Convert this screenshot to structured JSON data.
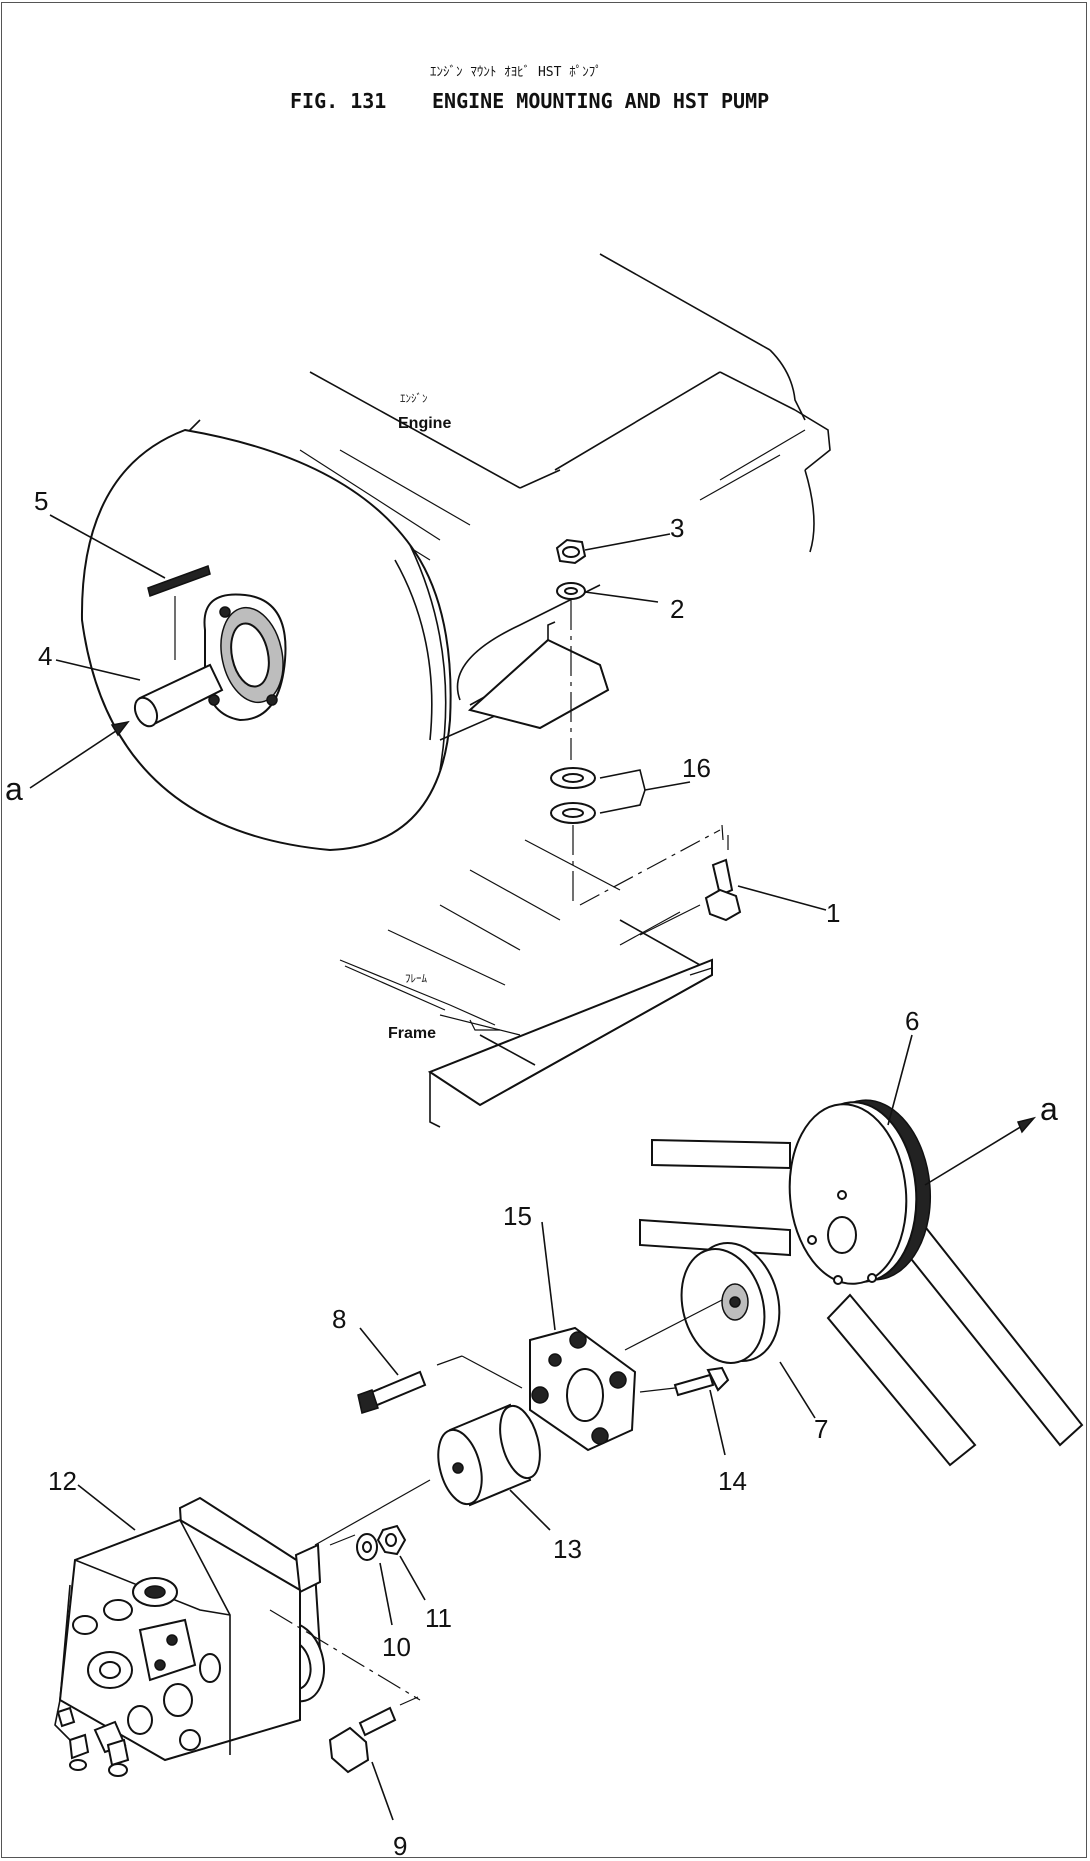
{
  "figure": {
    "title_kana": "ｴﾝｼﾞﾝ ﾏｳﾝﾄ ｵﾖﾋﾞ HST ﾎﾟﾝﾌﾟ",
    "number": "FIG. 131",
    "title": "ENGINE MOUNTING AND HST PUMP"
  },
  "labels": {
    "engine_kana": "ｴﾝｼﾞﾝ",
    "engine": "Engine",
    "frame_kana": "ﾌﾚｰﾑ",
    "frame": "Frame",
    "connector_a_left": "a",
    "connector_a_right": "a"
  },
  "callouts": {
    "p1": "1",
    "p2": "2",
    "p3": "3",
    "p4": "4",
    "p5": "5",
    "p6": "6",
    "p7": "7",
    "p8": "8",
    "p9": "9",
    "p10": "10",
    "p11": "11",
    "p12": "12",
    "p13": "13",
    "p14": "14",
    "p15": "15",
    "p16": "16"
  }
}
